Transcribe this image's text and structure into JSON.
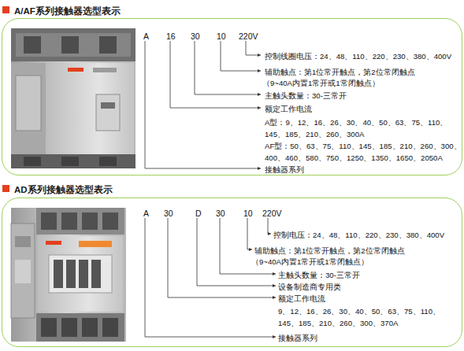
{
  "diagram": {
    "nodes": [
      {
        "text": [
          "A/AF系列接触器选型表示",
          "A",
          "16",
          "30",
          "10",
          "220V",
          "控制线圈电压：24、48、110、220、230、380、400V",
          "辅助触点：第1位常开触点，第2位常闭触点",
          "（9~40A内置1常开或1常闭触点）",
          "主触头数量：30-三常开",
          "额定工作电流",
          "A型：9、12、16、26、30、40、50、63、75、110、 145、185、210、260、300A",
          "AF型：50、63、75、110、145、185、210、260、300、 400、460、580、750、1250、1350、1650、2050A",
          "接触器系列"
        ]
      },
      {
        "text": [
          "AD系列接触器选型表示",
          "A",
          "30",
          "D",
          "30",
          "10",
          "220V",
          "控制电压：24、48、110、220、230、380、400V",
          "辅助触点：第1位常开触点，第2位常闭触点",
          "（9~40A内置1常开或1常闭触点）",
          "主触头数量：30-三常开",
          "设备制造商专用类",
          "额定工作电流",
          "9、12、16、26、30、40、50、63、75、110、 145、185、210、260、300、370A",
          "接触器系列"
        ]
      }
    ]
  }
}
